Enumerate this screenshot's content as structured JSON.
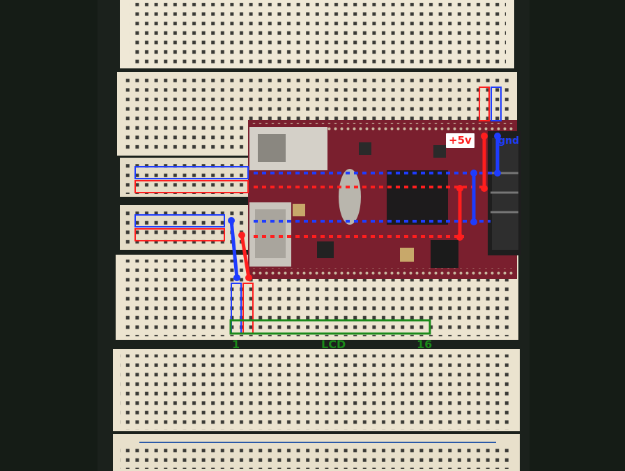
{
  "labels": {
    "power": "+5v",
    "ground": "gnd",
    "lcd": "LCD",
    "lcd_pin_first": "1",
    "lcd_pin_last": "16"
  },
  "colors": {
    "power_wire": "#ff1e1e",
    "ground_wire": "#1e3cff",
    "lcd_outline": "#1a8a1a",
    "breadboard": "#efe8d6",
    "board_pcb": "#7a1f2e",
    "background": "#151c16"
  }
}
